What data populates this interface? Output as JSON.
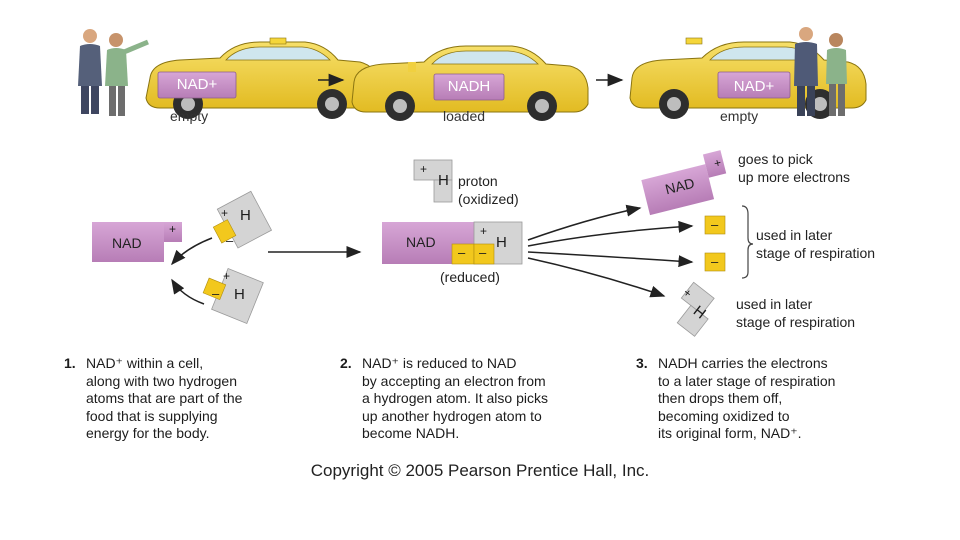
{
  "cars": [
    {
      "plate": "NAD+",
      "caption": "empty"
    },
    {
      "plate": "NADH",
      "caption": "loaded"
    },
    {
      "plate": "NAD+",
      "caption": "empty"
    }
  ],
  "molecules": {
    "nad_left": "NAD",
    "nad_center": "NAD",
    "nad_right": "NAD",
    "plus": "+",
    "minus": "–",
    "hydrogen": "H"
  },
  "labels": {
    "proton": "proton\n(oxidized)",
    "reduced": "(reduced)",
    "goes_to_pick": "goes to pick\nup more electrons",
    "used_later_1": "used in later\nstage of respiration",
    "used_later_2": "used in later\nstage of respiration"
  },
  "steps": [
    {
      "num": "1.",
      "text": "NAD⁺ within a cell,\nalong with two hydrogen\natoms that are part of the\nfood that is supplying\nenergy for the body."
    },
    {
      "num": "2.",
      "text": "NAD⁺ is reduced to NAD\nby accepting an electron from\na hydrogen atom. It also picks\nup another hydrogen atom to\nbecome NADH."
    },
    {
      "num": "3.",
      "text": "NADH carries the electrons\nto a later stage of respiration\nthen drops them off,\nbecoming oxidized to\nits original form, NAD⁺."
    }
  ],
  "copyright": "Copyright © 2005 Pearson Prentice Hall, Inc.",
  "colors": {
    "taxi": "#f2d33c",
    "nad_purple": "#c98fc8",
    "electron_yellow": "#f2c81d",
    "hydrogen_gray": "#d4d4d4",
    "arrow": "#222222"
  }
}
